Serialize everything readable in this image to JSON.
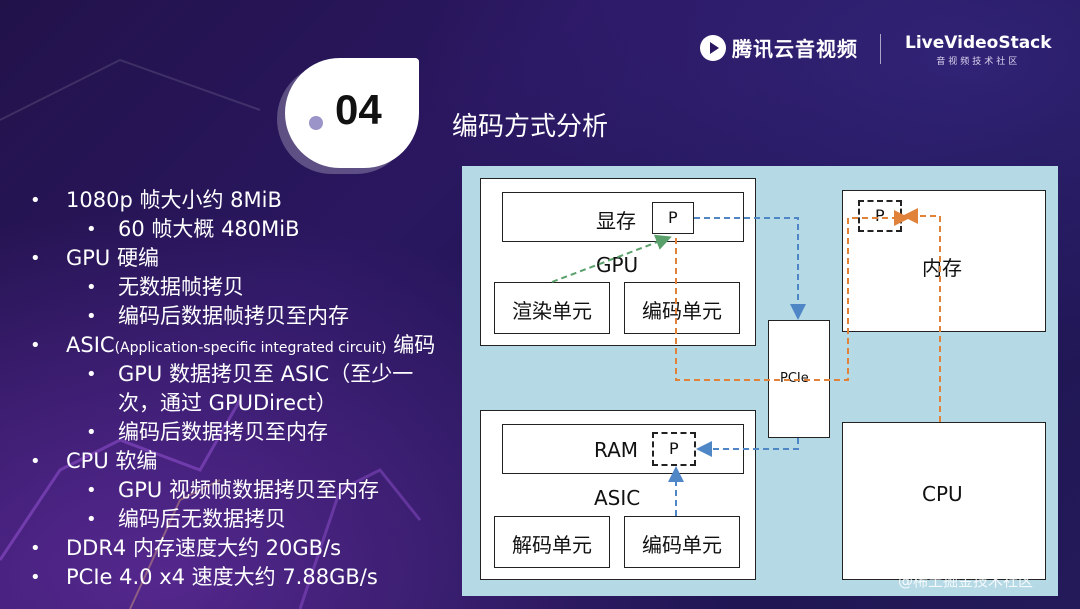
{
  "header": {
    "tencent_logo": "腾讯云音视频",
    "livevideostack_logo": "LiveVideoStack",
    "livevideostack_sub": "音视频技术社区"
  },
  "section": {
    "number": "04",
    "title": "编码方式分析"
  },
  "bullets": [
    {
      "level": 0,
      "text": "1080p 帧大小约 8MiB"
    },
    {
      "level": 1,
      "text": "60 帧大概 480MiB"
    },
    {
      "level": 0,
      "text": "GPU 硬编"
    },
    {
      "level": 1,
      "text": "无数据帧拷贝"
    },
    {
      "level": 1,
      "text": "编码后数据帧拷贝至内存"
    },
    {
      "level": 0,
      "text_main": "ASIC",
      "text_small": "(Application-specific integrated circuit)",
      "text_tail": " 编码"
    },
    {
      "level": 1,
      "text": "GPU 数据拷贝至 ASIC（至少一"
    },
    {
      "level": 1,
      "text": "次，通过 GPUDirect）",
      "continuation": true
    },
    {
      "level": 1,
      "text": "编码后数据拷贝至内存"
    },
    {
      "level": 0,
      "text": "CPU 软编"
    },
    {
      "level": 1,
      "text": "GPU 视频帧数据拷贝至内存"
    },
    {
      "level": 1,
      "text": "编码后无数据拷贝"
    },
    {
      "level": 0,
      "text": "DDR4 内存速度大约 20GB/s"
    },
    {
      "level": 0,
      "text": "PCIe 4.0 x4 速度大约 7.88GB/s"
    }
  ],
  "diagram": {
    "gpu": {
      "label": "GPU",
      "vram": "显存",
      "p": "P",
      "render_unit": "渲染单元",
      "encode_unit": "编码单元"
    },
    "asic": {
      "label": "ASIC",
      "ram": "RAM",
      "p": "P",
      "decode_unit": "解码单元",
      "encode_unit": "编码单元"
    },
    "memory": {
      "label": "内存",
      "p": "P"
    },
    "pcie": {
      "label": "PCIe"
    },
    "cpu": {
      "label": "CPU"
    },
    "colors": {
      "blue_arrow": "#4f86c6",
      "orange_arrow": "#e0823a",
      "green_arrow": "#5aa06a"
    }
  },
  "watermark": "@稀土掘金技术社区"
}
